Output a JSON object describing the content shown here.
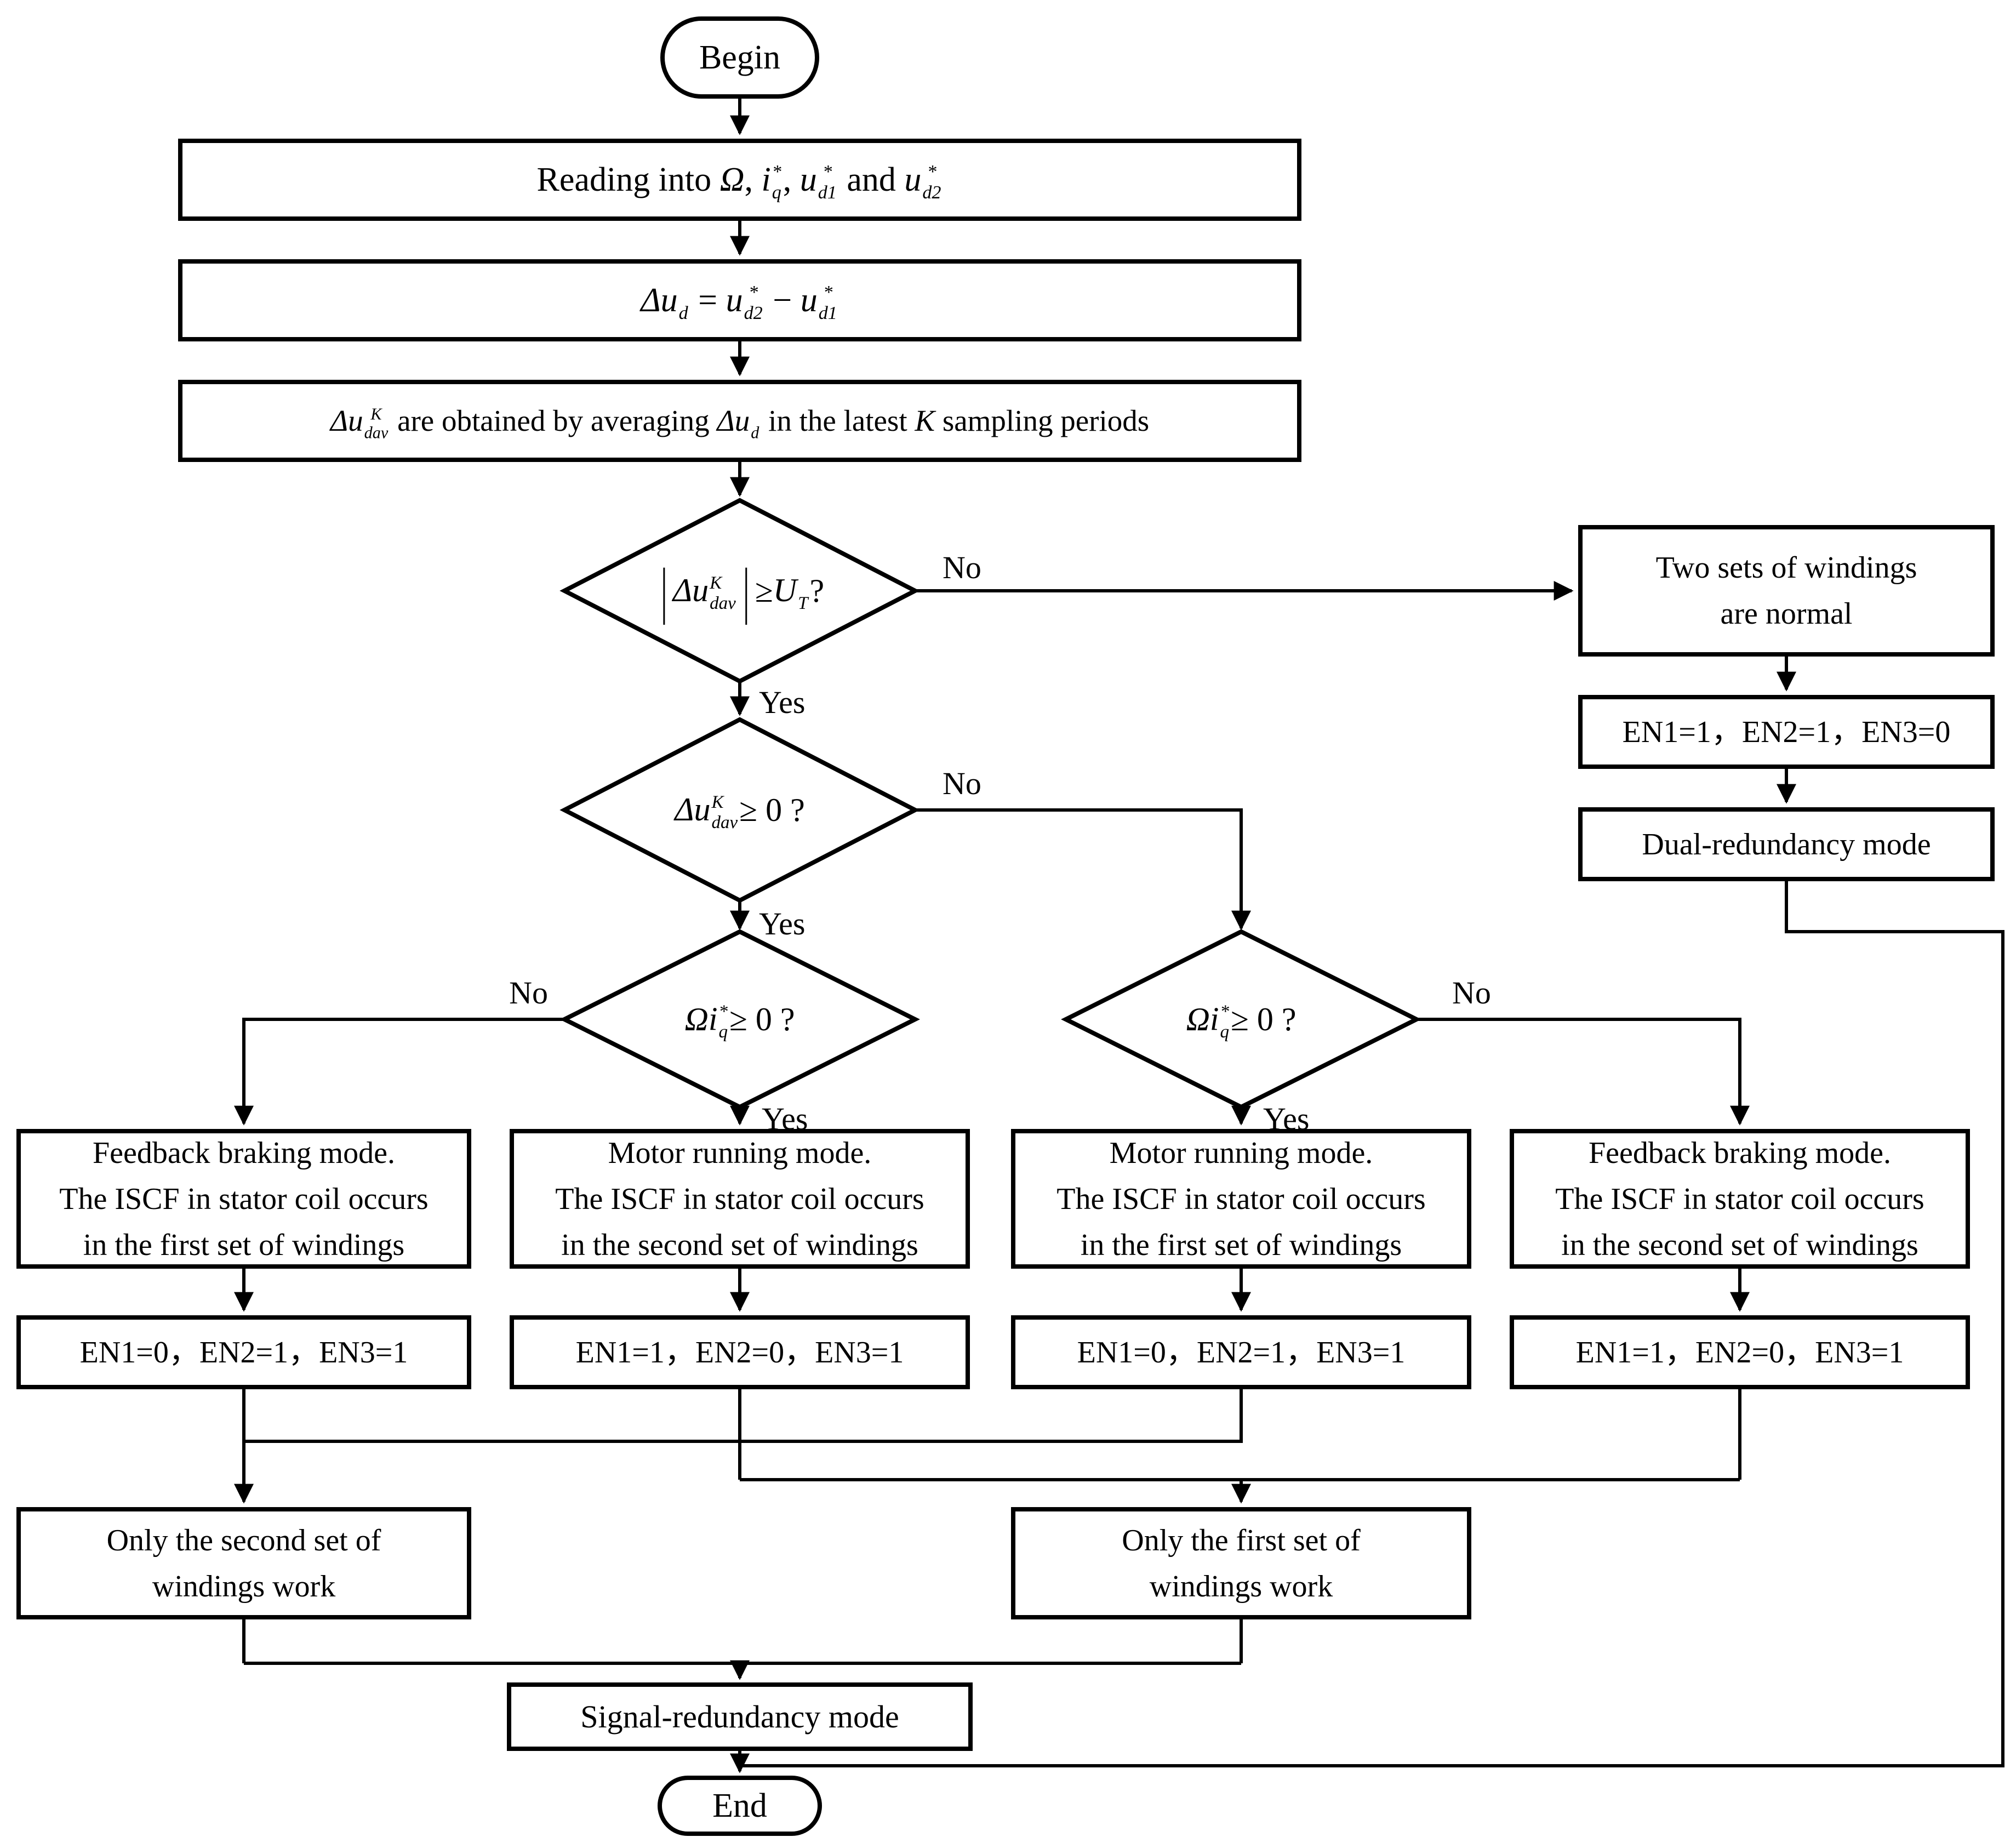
{
  "colors": {
    "line": "#000000",
    "background": "#ffffff"
  },
  "labels": {
    "yes": "Yes",
    "no": "No"
  },
  "nodes": {
    "begin": {
      "label": "Begin"
    },
    "end": {
      "label": "End"
    },
    "read_inputs": {
      "math": [
        {
          "v": "Reading into "
        },
        {
          "v": "Ω",
          "i": 1
        },
        {
          "v": ",  "
        },
        {
          "b": "i",
          "sup": "*",
          "sub": "q"
        },
        {
          "v": ",  "
        },
        {
          "b": "u",
          "sup": "*",
          "sub": "d1"
        },
        {
          "v": " and "
        },
        {
          "b": "u",
          "sup": "*",
          "sub": "d2"
        }
      ]
    },
    "delta_ud": {
      "math": [
        {
          "b": "Δu",
          "sub": "d"
        },
        {
          "v": " = "
        },
        {
          "b": "u",
          "sup": "*",
          "sub": "d2"
        },
        {
          "v": " − "
        },
        {
          "b": "u",
          "sup": "*",
          "sub": "d1"
        }
      ]
    },
    "averaging": {
      "math": [
        {
          "b": "Δu",
          "sup": "K",
          "sub": "dav"
        },
        {
          "v": " are obtained by averaging "
        },
        {
          "b": "Δu",
          "sub": "d"
        },
        {
          "v": " in the latest "
        },
        {
          "v": "K",
          "i": 1
        },
        {
          "v": " sampling periods"
        }
      ]
    },
    "decision_threshold": {
      "math": [
        {
          "v": "|",
          "big": 1
        },
        {
          "b": "Δu",
          "sup": "K",
          "sub": "dav"
        },
        {
          "v": "|",
          "big": 1
        },
        {
          "v": " ≥ "
        },
        {
          "b": "U",
          "sub": "T"
        },
        {
          "v": " ?"
        }
      ]
    },
    "decision_sign": {
      "math": [
        {
          "b": "Δu",
          "sup": "K",
          "sub": "dav"
        },
        {
          "v": " ≥ 0   ?"
        }
      ]
    },
    "decision_omega_left": {
      "math": [
        {
          "v": "Ω",
          "i": 1
        },
        {
          "b": "i",
          "sup": "*",
          "sub": "q"
        },
        {
          "v": " ≥ 0   ?"
        }
      ]
    },
    "decision_omega_right": {
      "math": [
        {
          "v": "Ω",
          "i": 1
        },
        {
          "b": "i",
          "sup": "*",
          "sub": "q"
        },
        {
          "v": " ≥ 0   ?"
        }
      ]
    },
    "two_sets_normal": {
      "label": "Two sets of windings\nare normal"
    },
    "en_normal": {
      "label": "EN1=1，EN2=1，EN3=0"
    },
    "dual_mode": {
      "label": "Dual-redundancy mode"
    },
    "mode_a": {
      "label": "Feedback braking mode.\nThe ISCF in stator coil occurs\nin the first set of windings"
    },
    "mode_b": {
      "label": "Motor running mode.\nThe ISCF in stator coil occurs\nin the second set of windings"
    },
    "mode_c": {
      "label": "Motor running mode.\nThe ISCF in stator coil occurs\nin the first set of windings"
    },
    "mode_d": {
      "label": "Feedback braking mode.\nThe ISCF in stator coil occurs\nin the second set of windings"
    },
    "en_a": {
      "label": "EN1=0，EN2=1，EN3=1"
    },
    "en_b": {
      "label": "EN1=1，EN2=0，EN3=1"
    },
    "en_c": {
      "label": "EN1=0，EN2=1，EN3=1"
    },
    "en_d": {
      "label": "EN1=1，EN2=0，EN3=1"
    },
    "only_second": {
      "label": "Only the second set of\nwindings work"
    },
    "only_first": {
      "label": "Only the first set of\nwindings work"
    },
    "signal_mode": {
      "label": "Signal-redundancy mode"
    }
  }
}
